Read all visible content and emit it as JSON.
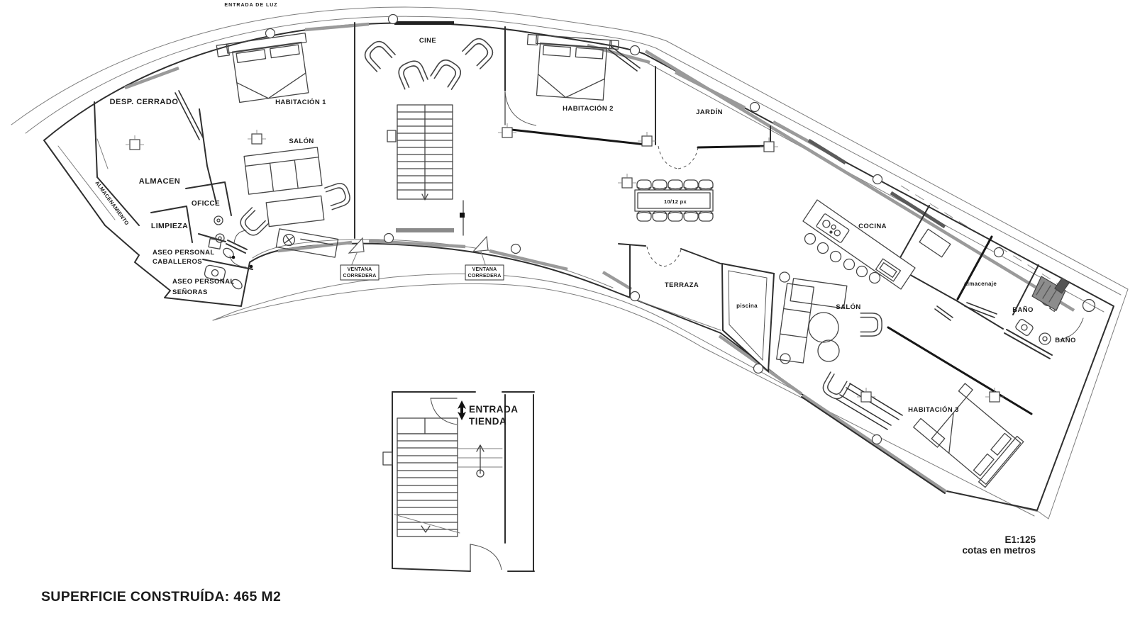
{
  "plan": {
    "labels": {
      "entrada_de_luz": "ENTRADA DE LUZ",
      "desp_cerrado": "DESP. CERRADO",
      "habitacion_1": "HABITACIÓN 1",
      "cine": "CINE",
      "salon_1": "SALÓN",
      "habitacion_2": "HABITACIÓN 2",
      "jardin": "JARDÍN",
      "almacen": "ALMACEN",
      "almacenamiento": "ALMACENAMIENTO",
      "oficce": "OFICCE",
      "limpieza": "LIMPIEZA",
      "aseo_personal": "ASEO PERSONAL",
      "caballeros": "CABALLEROS",
      "senoras": "SEÑORAS",
      "ventana": "VENTANA",
      "corredera": "CORREDERA",
      "dining_capacity": "10/12 px",
      "cocina": "COCINA",
      "terraza": "TERRAZA",
      "piscina": "piscina",
      "salon_2": "SALÓN",
      "almacenaje": "almacenaje",
      "bano": "BAÑO",
      "habitacion_3": "HABITACIÓN 3",
      "entrada": "ENTRADA",
      "tienda": "TIENDA"
    },
    "notes": {
      "scale": "E1:125",
      "units": "cotas en metros"
    },
    "footer": {
      "built_area": "SUPERFICIE CONSTRUÍDA: 465 M2"
    },
    "colors": {
      "accent_red": "#d42020",
      "wall": "#2f2f2f",
      "glass": "#9a9a9a"
    }
  }
}
